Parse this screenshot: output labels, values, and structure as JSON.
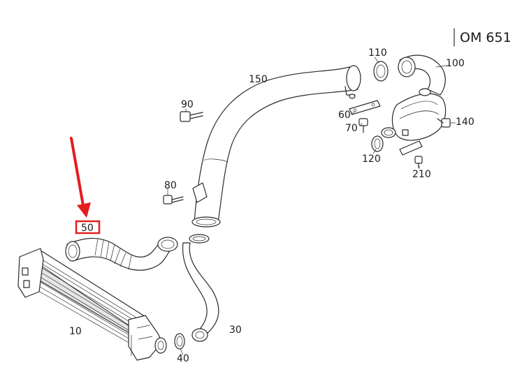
{
  "engine_code": "OM 651",
  "highlight_color": "#e41e1e",
  "highlighted_part": "50",
  "parts": [
    {
      "id": "10",
      "label": "10"
    },
    {
      "id": "30",
      "label": "30"
    },
    {
      "id": "40",
      "label": "40"
    },
    {
      "id": "50",
      "label": "50"
    },
    {
      "id": "60",
      "label": "60"
    },
    {
      "id": "70",
      "label": "70"
    },
    {
      "id": "80",
      "label": "80"
    },
    {
      "id": "90",
      "label": "90"
    },
    {
      "id": "100",
      "label": "100"
    },
    {
      "id": "110",
      "label": "110"
    },
    {
      "id": "120",
      "label": "120"
    },
    {
      "id": "140",
      "label": "140"
    },
    {
      "id": "150",
      "label": "150"
    },
    {
      "id": "210",
      "label": "210"
    }
  ]
}
